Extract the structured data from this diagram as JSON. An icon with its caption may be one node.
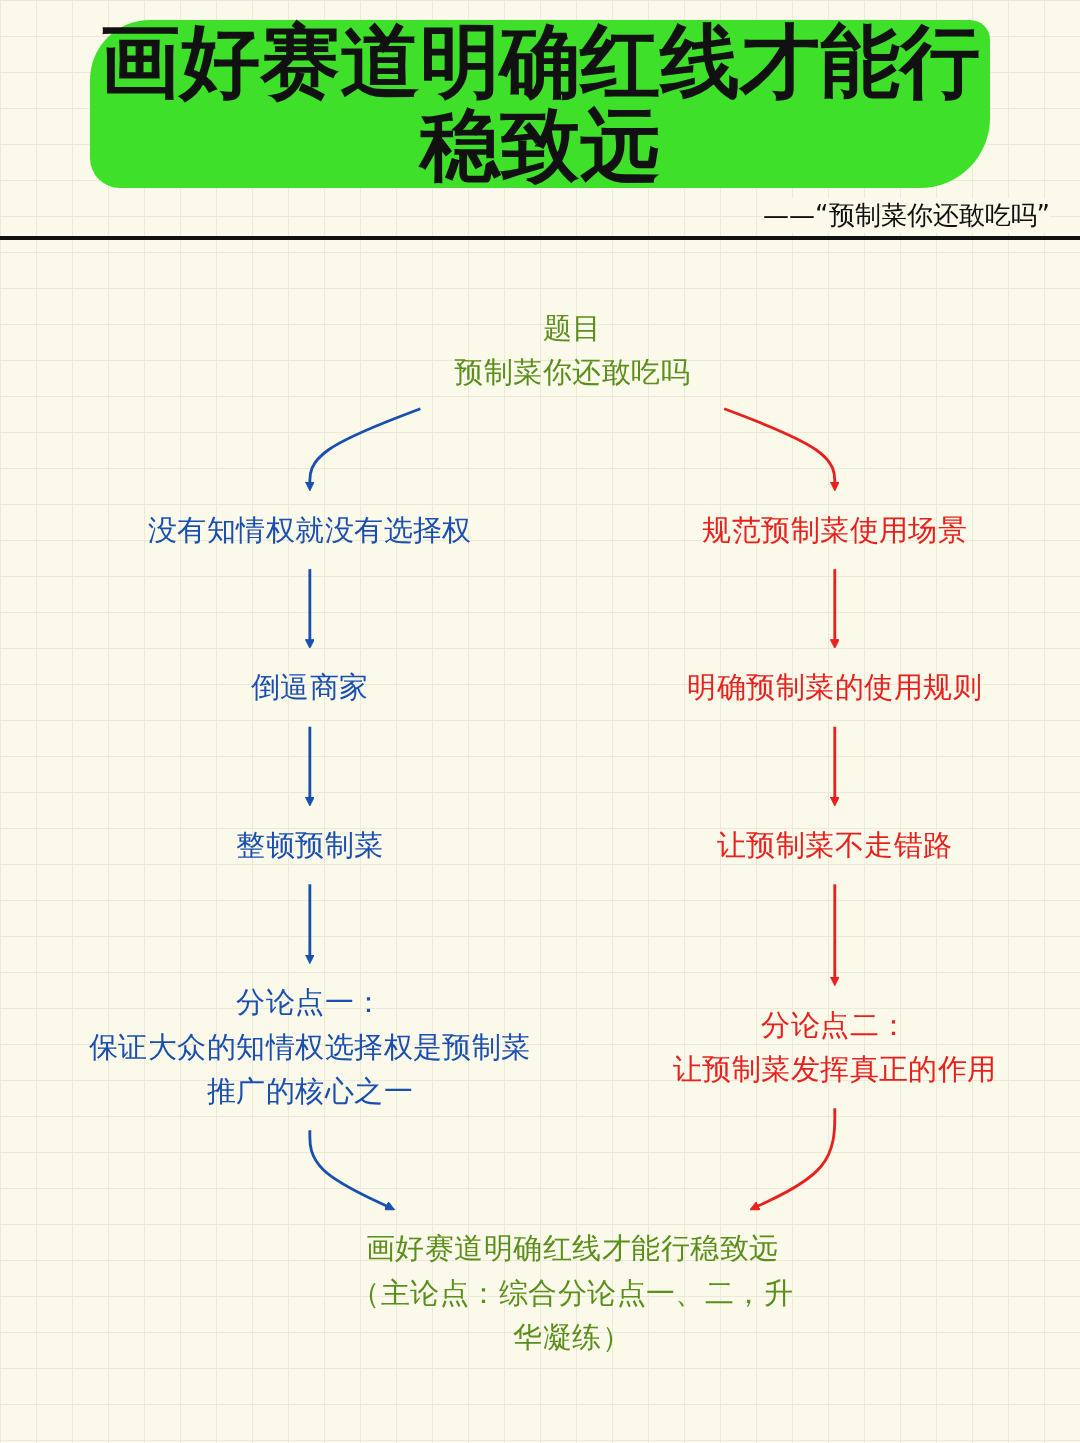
{
  "diagram": {
    "title": "画好赛道明确红线才能行稳致远",
    "nodes": [
      {
        "text": [
          "题目",
          "预制菜你还敢吃吗"
        ]
      },
      {
        "text": [
          "没有知情权就没有选择权"
        ]
      },
      {
        "text": [
          "倒逼商家"
        ]
      },
      {
        "text": [
          "整顿预制菜"
        ]
      },
      {
        "text": [
          "分论点一：",
          "保证大众的知情权选择权是预制菜推广的核心之一"
        ]
      },
      {
        "text": [
          "规范预制菜使用场景"
        ]
      },
      {
        "text": [
          "明确预制菜的使用规则"
        ]
      },
      {
        "text": [
          "让预制菜不走错路"
        ]
      },
      {
        "text": [
          "分论点二：",
          "让预制菜发挥真正的作用"
        ]
      },
      {
        "text": [
          "画好赛道明确红线才能行稳致远",
          "（主论点：综合分论点一、二，升华凝练）"
        ]
      }
    ],
    "edges": [
      {
        "from": 0,
        "to": 1,
        "arrow": "to"
      },
      {
        "from": 1,
        "to": 2,
        "arrow": "to"
      },
      {
        "from": 2,
        "to": 3,
        "arrow": "to"
      },
      {
        "from": 3,
        "to": 4,
        "arrow": "to"
      },
      {
        "from": 0,
        "to": 5,
        "arrow": "to",
        "color": "#e8201e"
      },
      {
        "from": 5,
        "to": 6,
        "arrow": "to",
        "color": "#e8201e"
      },
      {
        "from": 6,
        "to": 7,
        "arrow": "to",
        "color": "#e8201e"
      },
      {
        "from": 7,
        "to": 8,
        "arrow": "to",
        "color": "#e8201e"
      },
      {
        "from": 4,
        "to": 9,
        "arrow": "to"
      },
      {
        "from": 8,
        "to": 9,
        "arrow": "to",
        "color": "#e8201e"
      }
    ],
    "labels": [
      "——“预制菜你还敢吃吗”"
    ]
  }
}
